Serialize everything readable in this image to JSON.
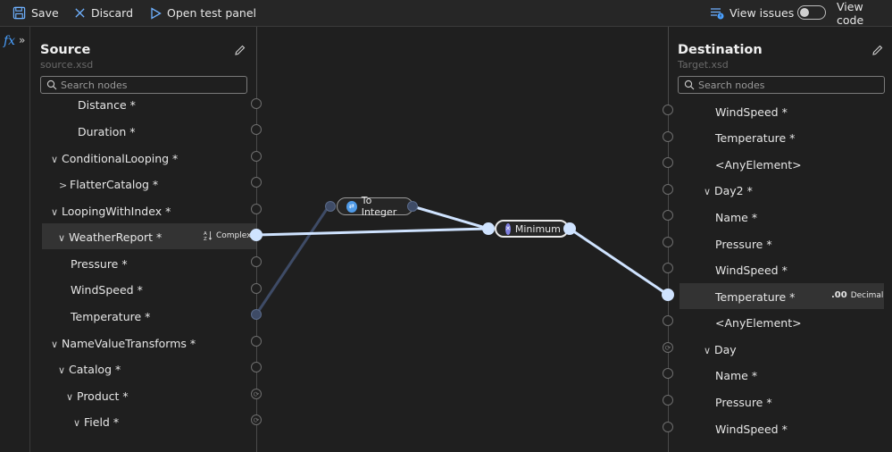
{
  "toolbar": {
    "save_label": "Save",
    "discard_label": "Discard",
    "test_panel_label": "Open test panel",
    "view_issues_label": "View issues",
    "view_code_label": "View code"
  },
  "sidebar": {
    "fx_label": "fx",
    "expand_label": "»"
  },
  "source": {
    "title": "Source",
    "subtitle": "source.xsd",
    "search_placeholder": "Search nodes",
    "nodes": [
      {
        "label": "Distance *",
        "chevron": ""
      },
      {
        "label": "Duration *",
        "chevron": ""
      },
      {
        "label": "ConditionalLooping *",
        "chevron": "∨"
      },
      {
        "label": "FlatterCatalog *",
        "chevron": ">"
      },
      {
        "label": "LoopingWithIndex *",
        "chevron": "∨"
      },
      {
        "label": "WeatherReport *",
        "chevron": "∨",
        "badge": "Complex"
      },
      {
        "label": "Pressure *",
        "chevron": ""
      },
      {
        "label": "WindSpeed *",
        "chevron": ""
      },
      {
        "label": "Temperature *",
        "chevron": ""
      },
      {
        "label": "NameValueTransforms *",
        "chevron": "∨"
      },
      {
        "label": "Catalog *",
        "chevron": "∨"
      },
      {
        "label": "Product *",
        "chevron": "∨"
      },
      {
        "label": "Field *",
        "chevron": "∨"
      }
    ]
  },
  "destination": {
    "title": "Destination",
    "subtitle": "Target.xsd",
    "search_placeholder": "Search nodes",
    "nodes": [
      {
        "label": "WindSpeed *",
        "chevron": ""
      },
      {
        "label": "Temperature *",
        "chevron": ""
      },
      {
        "label": "<AnyElement>",
        "chevron": ""
      },
      {
        "label": "Day2 *",
        "chevron": "∨"
      },
      {
        "label": "Name *",
        "chevron": ""
      },
      {
        "label": "Pressure *",
        "chevron": ""
      },
      {
        "label": "WindSpeed *",
        "chevron": ""
      },
      {
        "label": "Temperature *",
        "chevron": "",
        "badge_value": ".00",
        "badge": "Decimal"
      },
      {
        "label": "<AnyElement>",
        "chevron": ""
      },
      {
        "label": "Day",
        "chevron": "∨"
      },
      {
        "label": "Name *",
        "chevron": ""
      },
      {
        "label": "Pressure *",
        "chevron": ""
      },
      {
        "label": "WindSpeed *",
        "chevron": ""
      }
    ]
  },
  "functions": {
    "to_integer": "To Integer",
    "minimum": "Minimum"
  },
  "colors": {
    "accent": "#4aa0ff",
    "connection": "#cfe3ff",
    "connection_dim": "#3e4b66"
  }
}
